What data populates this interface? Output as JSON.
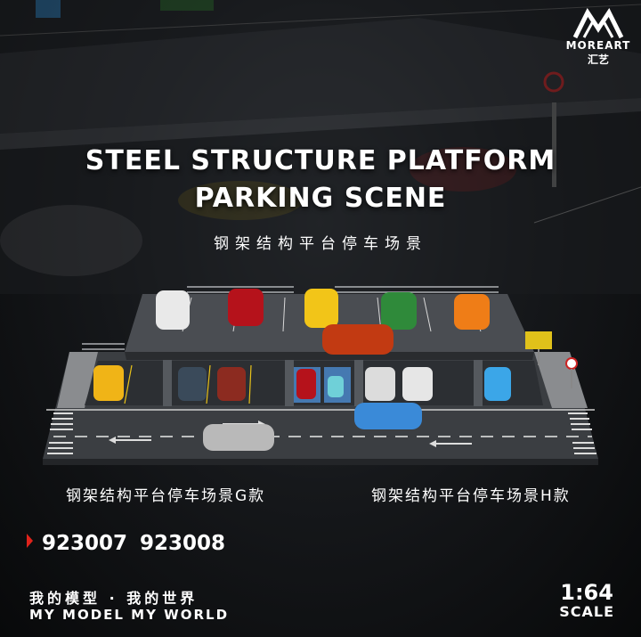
{
  "brand": {
    "name": "MOREART",
    "name_cn": "汇艺"
  },
  "title": {
    "line1": "STEEL STRUCTURE PLATFORM",
    "line2": "PARKING SCENE",
    "cn": "钢架结构平台停车场景"
  },
  "variants": [
    {
      "label": "钢架结构平台停车场景G款"
    },
    {
      "label": "钢架结构平台停车场景H款"
    }
  ],
  "codes": [
    "923007",
    "923008"
  ],
  "slogan": {
    "cn": "我的模型 · 我的世界",
    "en": "MY MODEL MY WORLD"
  },
  "scale": {
    "value": "1:64",
    "label": "SCALE"
  },
  "colors": {
    "background": "#101214",
    "accent": "#e0231b",
    "road": "#3a3d41",
    "text": "#ffffff"
  },
  "cars": [
    {
      "color": "#e9e9e9"
    },
    {
      "color": "#b5121b"
    },
    {
      "color": "#f2c518"
    },
    {
      "color": "#2f8a3a"
    },
    {
      "color": "#ef7d17"
    },
    {
      "color": "#c23a12"
    },
    {
      "color": "#f0b417"
    },
    {
      "color": "#3a4a5a"
    },
    {
      "color": "#8c2b20"
    },
    {
      "color": "#b5121b"
    },
    {
      "color": "#dcdcdc"
    },
    {
      "color": "#e6e6e6"
    },
    {
      "color": "#3ba6e8"
    },
    {
      "color": "#3a8ad8"
    },
    {
      "color": "#b9b9b9"
    }
  ]
}
